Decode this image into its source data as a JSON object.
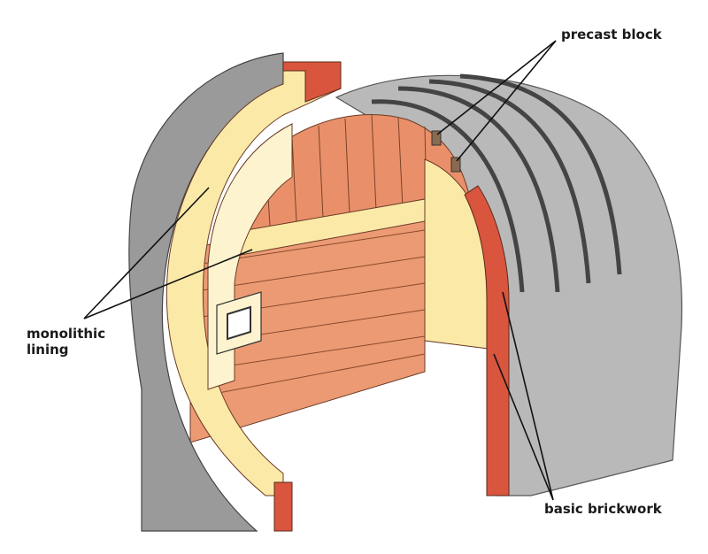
{
  "labels": {
    "precast_block": "precast block",
    "monolithic_lining_1": "monolithic",
    "monolithic_lining_2": "lining",
    "basic_brickwork": "basic brickwork"
  },
  "colors": {
    "shell_gray": "#9a9a9a",
    "shell_light": "#c8c8c8",
    "lining_yellow": "#fbe9a8",
    "lining_pale": "#fdf3cf",
    "brick_orange": "#e9906a",
    "brick_red": "#d9553e"
  }
}
